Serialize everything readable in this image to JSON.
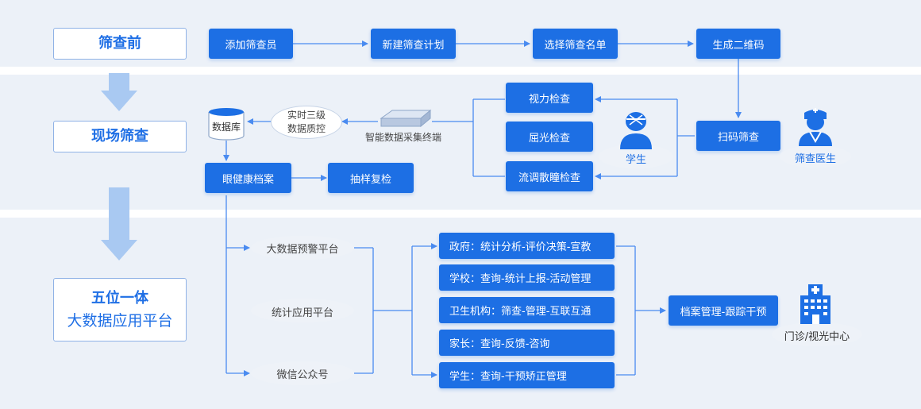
{
  "stages": {
    "before": "筛查前",
    "onsite": "现场筛查",
    "platform_line1": "五位一体",
    "platform_line2": "大数据应用平台"
  },
  "pre_screening": {
    "add_screener": "添加筛查员",
    "new_plan": "新建筛查计划",
    "select_list": "选择筛查名单",
    "generate_qr": "生成二维码"
  },
  "onsite": {
    "scan": "扫码筛查",
    "doctor": "筛查医生",
    "student": "学生",
    "vision_check": "视力检查",
    "refraction_check": "屈光检查",
    "mydriasis_check": "流调散瞳检查",
    "terminal": "智能数据采集终端",
    "qc_line1": "实时三级",
    "qc_line2": "数据质控",
    "database": "数据库",
    "eye_record": "眼健康档案",
    "sample_recheck": "抽样复检"
  },
  "platforms": {
    "warning": "大数据预警平台",
    "stats": "统计应用平台",
    "wechat": "微信公众号"
  },
  "stakeholders": [
    "政府：统计分析-评价决策-宣教",
    "学校：查询-统计上报-活动管理",
    "卫生机构：筛查-管理-互联互通",
    "家长：查询-反馈-咨询",
    "学生：查询-干预矫正管理"
  ],
  "archive": "档案管理-跟踪干预",
  "clinic": "门诊/视光中心",
  "colors": {
    "primary": "#1d6fe4",
    "band": "#ecf1f8",
    "arrow": "#4a8bf0",
    "big_arrow": "#a9c9f2"
  }
}
